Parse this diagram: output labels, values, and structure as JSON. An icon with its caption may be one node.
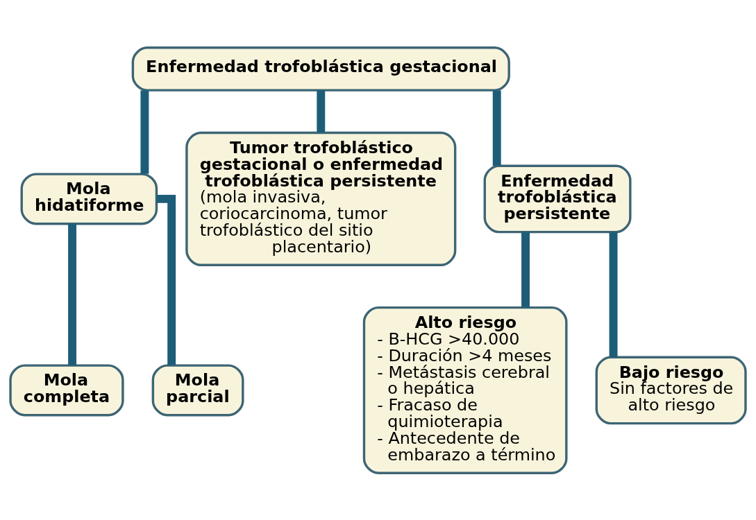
{
  "diagram": {
    "nodes": [
      {
        "text": [
          "Enfermedad trofoblástica gestacional"
        ]
      },
      {
        "text": [
          "Mola hidatiforme"
        ]
      },
      {
        "text": [
          "Tumor trofoblástico gestacional o enfermedad trofoblástica persistente",
          "(mola invasiva, coriocarcinoma, tumor trofoblástico del sitio placentario)"
        ]
      },
      {
        "text": [
          "Enfermedad trofoblástica persistente"
        ]
      },
      {
        "text": [
          "Mola completa"
        ]
      },
      {
        "text": [
          "Mola parcial"
        ]
      },
      {
        "text": [
          "Alto riesgo",
          "- B-HCG >40.000",
          "- Duración >4 meses",
          "- Metástasis cerebral o hepática",
          "- Fracaso de quimioterapia",
          "- Antecedente de embarazo a término"
        ]
      },
      {
        "text": [
          "Bajo riesgo",
          "Sin factores de alto riesgo"
        ]
      }
    ],
    "edges": [
      {
        "from": 0,
        "to": 1,
        "arrow": "none"
      },
      {
        "from": 0,
        "to": 2,
        "arrow": "none"
      },
      {
        "from": 0,
        "to": 3,
        "arrow": "none"
      },
      {
        "from": 1,
        "to": 4,
        "arrow": "none"
      },
      {
        "from": 1,
        "to": 5,
        "arrow": "none"
      },
      {
        "from": 3,
        "to": 6,
        "arrow": "none"
      },
      {
        "from": 3,
        "to": 7,
        "arrow": "none"
      }
    ]
  }
}
